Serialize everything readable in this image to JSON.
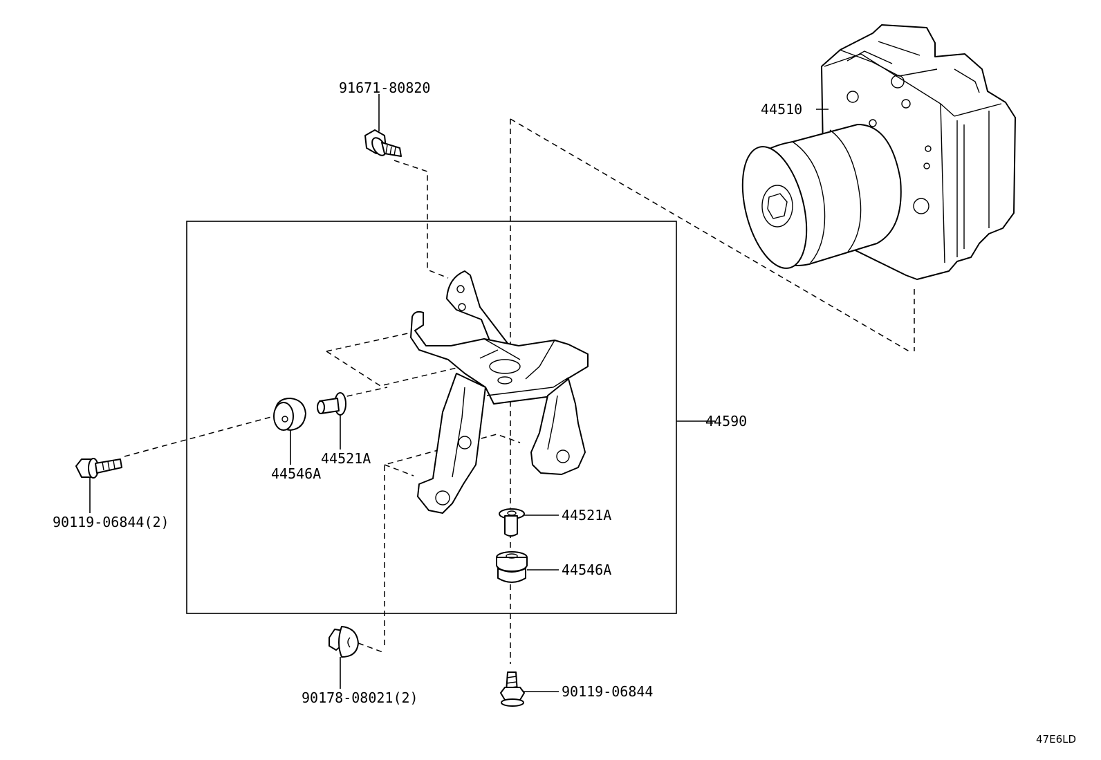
{
  "labels": {
    "p91671": "91671-80820",
    "p44510": "44510",
    "p44590": "44590",
    "p44546a_left": "44546A",
    "p44521a_left": "44521A",
    "p90119_left": "90119-06844(2)",
    "p44521a_right": "44521A",
    "p44546a_right": "44546A",
    "p90178": "90178-08021(2)",
    "p90119_bottom": "90119-06844"
  },
  "reference_code": "47E6LD"
}
